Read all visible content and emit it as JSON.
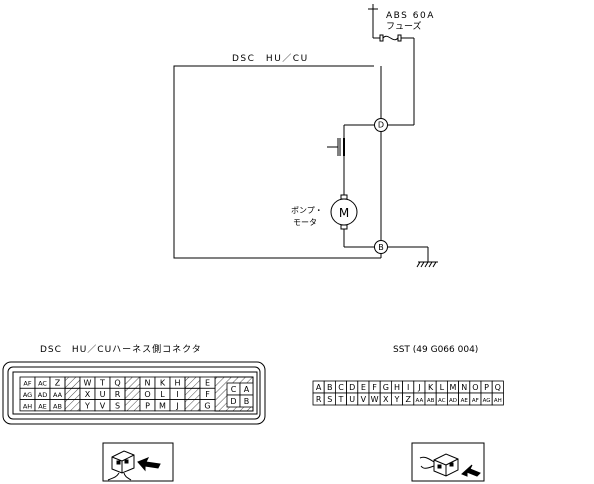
{
  "wiring": {
    "fuse_label_1": "ABS 60A",
    "fuse_label_2": "フューズ",
    "unit_label": "DSC　HU／CU",
    "pin_top": "D",
    "pin_bottom": "B",
    "motor_symbol": "M",
    "motor_label_1": "ポンプ・",
    "motor_label_2": "モータ"
  },
  "connector": {
    "title": "DSC　HU／CUハーネス側コネクタ",
    "row1": [
      "AF",
      "AC",
      "Z",
      "",
      "W",
      "T",
      "Q",
      "",
      "N",
      "K",
      "H",
      "",
      "E"
    ],
    "row2": [
      "AG",
      "AD",
      "AA",
      "",
      "X",
      "U",
      "R",
      "",
      "O",
      "L",
      "I",
      "",
      "F"
    ],
    "row3": [
      "AH",
      "AE",
      "AB",
      "",
      "Y",
      "V",
      "S",
      "",
      "P",
      "M",
      "J",
      "",
      "G"
    ],
    "right_top": [
      "C",
      "A"
    ],
    "right_bottom": [
      "D",
      "B"
    ]
  },
  "sst": {
    "title": "SST (49 G066 004)",
    "row1": [
      "A",
      "B",
      "C",
      "D",
      "E",
      "F",
      "G",
      "H",
      "I",
      "J",
      "K",
      "L",
      "M",
      "N",
      "O",
      "P",
      "Q"
    ],
    "row2": [
      "R",
      "S",
      "T",
      "U",
      "V",
      "W",
      "X",
      "Y",
      "Z",
      "AA",
      "AB",
      "AC",
      "AD",
      "AE",
      "AF",
      "AG",
      "AH"
    ]
  }
}
